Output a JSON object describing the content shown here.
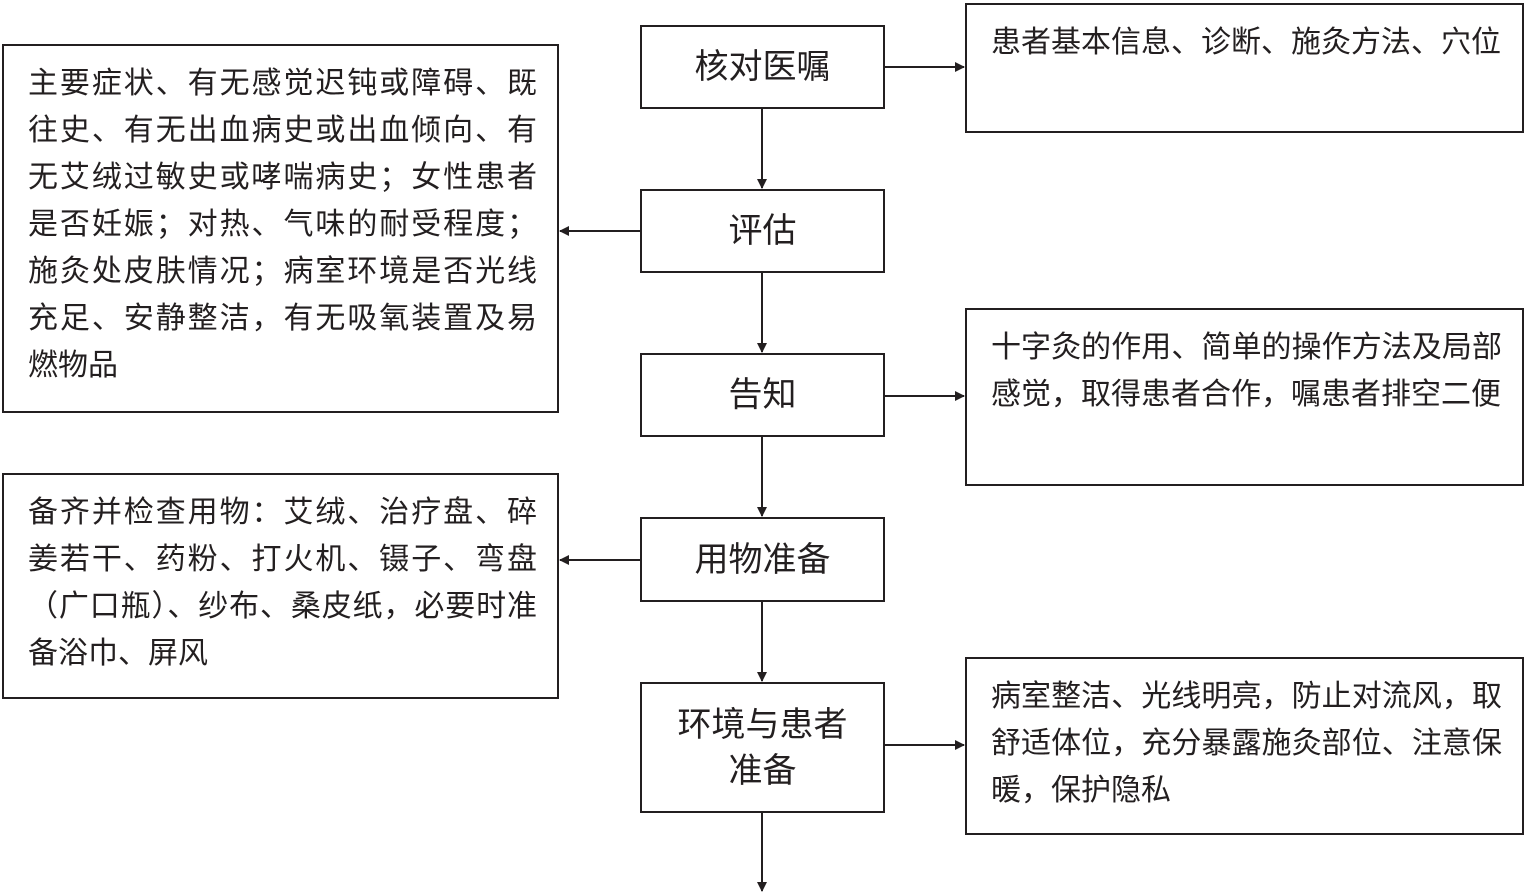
{
  "flowchart": {
    "steps": [
      {
        "label": "核对医嘱"
      },
      {
        "label": "评估"
      },
      {
        "label": "告知"
      },
      {
        "label": "用物准备"
      },
      {
        "label": "环境与患者\n准备"
      }
    ],
    "notes": {
      "verify": "患者基本信息、诊断、施灸方法、穴位",
      "assess": "主要症状、有无感觉迟钝或障碍、既往史、有无出血病史或出血倾向、有无艾绒过敏史或哮喘病史；女性患者是否妊娠；对热、气味的耐受程度；施灸处皮肤情况；病室环境是否光线充足、安静整洁，有无吸氧装置及易燃物品",
      "inform": "十字灸的作用、简单的操作方法及局部感觉，取得患者合作，嘱患者排空二便",
      "supplies": "备齐并检查用物：艾绒、治疗盘、碎姜若干、药粉、打火机、镊子、弯盘（广口瓶）、纱布、桑皮纸，必要时准备浴巾、屏风",
      "environment": "病室整洁、光线明亮，防止对流风，取舒适体位，充分暴露施灸部位、注意保暖，保护隐私"
    },
    "colors": {
      "line": "#231f20",
      "background": "#ffffff"
    }
  }
}
